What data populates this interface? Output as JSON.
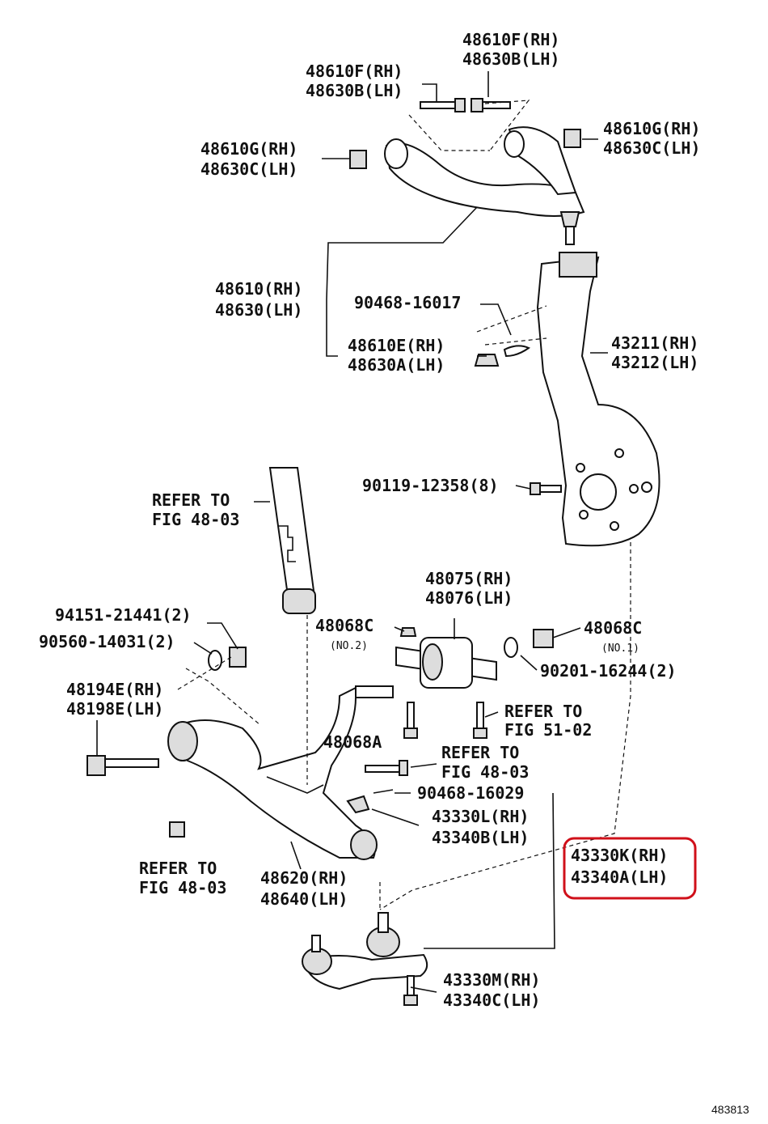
{
  "diagram_number": "483813",
  "highlight_color": "#d0101a",
  "labels": {
    "uab_bolt_rh": "48610F(RH)",
    "uab_bolt_lh": "48630B(LH)",
    "uab_bolt2_rh": "48610F(RH)",
    "uab_bolt2_lh": "48630B(LH)",
    "uab_nut_l_rh": "48610G(RH)",
    "uab_nut_l_lh": "48630C(LH)",
    "uab_nut_r_rh": "48610G(RH)",
    "uab_nut_r_lh": "48630C(LH)",
    "upper_arm_rh": "48610(RH)",
    "upper_arm_lh": "48630(LH)",
    "cotter_pin_1": "90468-16017",
    "uab_nut_rh": "48610E(RH)",
    "uab_nut_lh": "48630A(LH)",
    "knuckle_rh": "43211(RH)",
    "knuckle_lh": "43212(LH)",
    "knuckle_bolt": "90119-12358(8)",
    "refer_1a": "REFER TO",
    "refer_1b": "FIG 48-03",
    "bush_rh": "48075(RH)",
    "bush_lh": "48076(LH)",
    "bolt_94151": "94151-21441(2)",
    "washer_90560": "90560-14031(2)",
    "nut_48068c_1": "48068C",
    "nut_48068c_1_no": "(NO.2)",
    "nut_48068c_2": "48068C",
    "nut_48068c_2_no": "(NO.1)",
    "washer_90201": "90201-16244(2)",
    "lower_bolt_rh": "48194E(RH)",
    "lower_bolt_lh": "48198E(LH)",
    "refer_2a": "REFER TO",
    "refer_2b": "FIG 51-02",
    "nut_48068a": "48068A",
    "refer_3a": "REFER TO",
    "refer_3b": "FIG 48-03",
    "cotter_pin_2": "90468-16029",
    "ball_nut_rh": "43330L(RH)",
    "ball_nut_lh": "43340B(LH)",
    "ball_joint_rh": "43330K(RH)",
    "ball_joint_lh": "43340A(LH)",
    "refer_4a": "REFER TO",
    "refer_4b": "FIG 48-03",
    "lower_arm_rh": "48620(RH)",
    "lower_arm_lh": "48640(LH)",
    "ball_bolt_rh": "43330M(RH)",
    "ball_bolt_lh": "43340C(LH)"
  }
}
